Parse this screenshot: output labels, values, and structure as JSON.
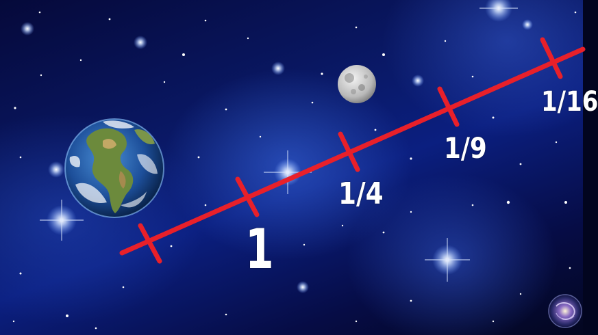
{
  "scale": {
    "color": "#e8202a",
    "labels": [
      "1",
      "1/4",
      "1/9",
      "1/16"
    ]
  },
  "earth": {
    "icon": "earth-icon"
  },
  "moon": {
    "icon": "moon-icon"
  },
  "badge": {
    "icon": "galaxy-icon"
  },
  "background": {
    "color": "#0b1f80"
  }
}
